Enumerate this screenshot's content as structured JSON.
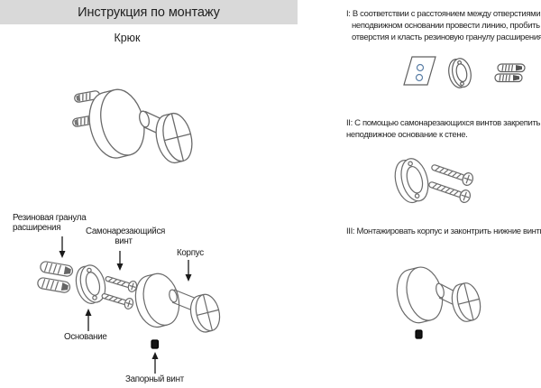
{
  "page": {
    "title": "Инструкция по монтажу",
    "subtitle": "Крюк"
  },
  "diagram_labels": {
    "rubber_granule": {
      "line1": "Резиновая гранула",
      "line2": "расширения"
    },
    "self_tapping_screw": {
      "line1": "Самонарезающийся",
      "line2": "винт"
    },
    "body": "Корпус",
    "base": "Основание",
    "locking_screw": "Запорный винт"
  },
  "steps": [
    {
      "id": "I",
      "lines": [
        "I: В соответствии с расстоянием между отверстиями в",
        "неподвижном основании провести линию, пробить",
        "отверстия и класть резиновую гранулу расширения."
      ]
    },
    {
      "id": "II",
      "lines": [
        "II: С помощью самонарезающихся винтов закрепить",
        "неподвижное основание к стене."
      ]
    },
    {
      "id": "III",
      "lines": [
        "III: Монтажировать корпус и законтрить нижние винты."
      ]
    }
  ],
  "colors": {
    "header_bg": "#d9d9d9",
    "line_art": "#6a6a6a",
    "text": "#1f1f1f",
    "hole_accent": "#5b7fa6",
    "set_screw": "#151515"
  }
}
